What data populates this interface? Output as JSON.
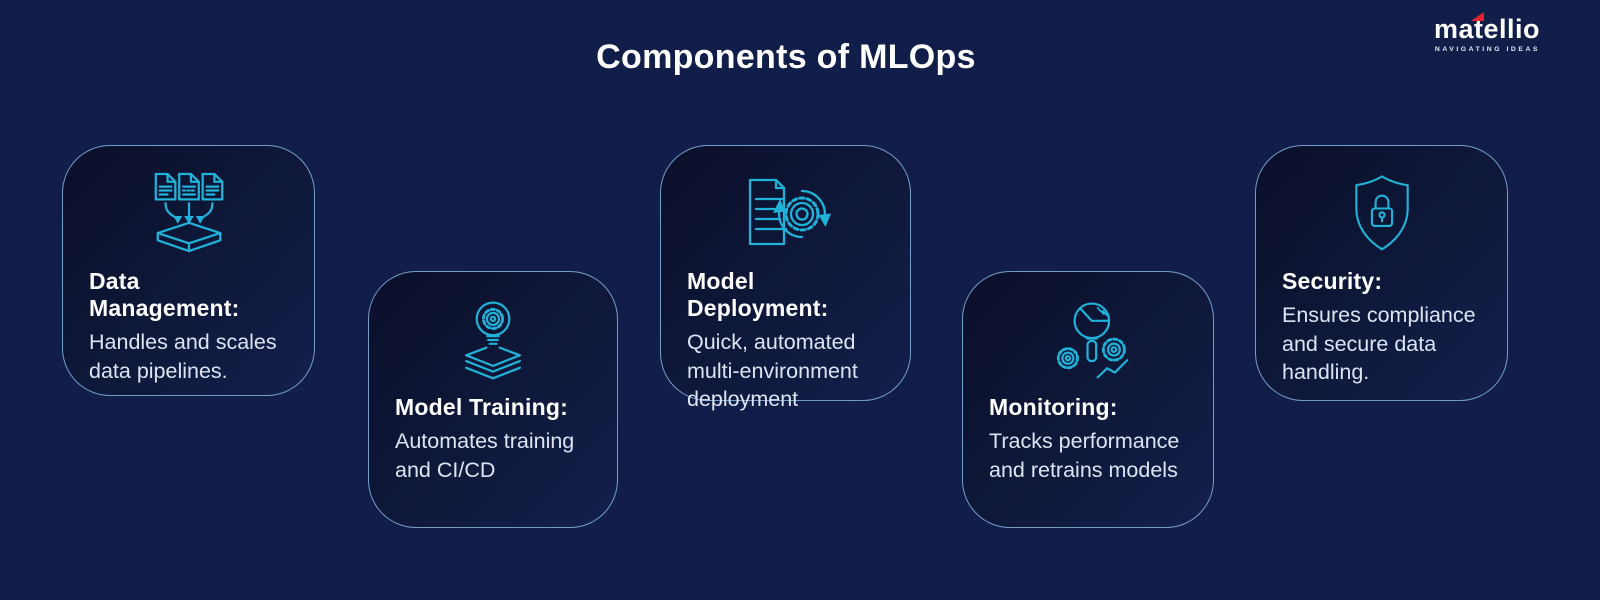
{
  "page": {
    "title": "Components of MLOps",
    "background_color": "#111e49",
    "accent_color": "#20b2d8",
    "card_border_color": "#85b6e0"
  },
  "logo": {
    "name": "matellio",
    "tagline": "NAVIGATING IDEAS",
    "flag_color": "#e8232a"
  },
  "cards": [
    {
      "id": "data-management",
      "icon": "documents-to-storage-icon",
      "title": "Data Management:",
      "description": "Handles and scales data pipelines."
    },
    {
      "id": "model-training",
      "icon": "lightbulb-gear-stack-icon",
      "title": "Model Training:",
      "description": "Automates training and CI/CD"
    },
    {
      "id": "model-deployment",
      "icon": "document-gear-sync-icon",
      "title": "Model Deployment:",
      "description": "Quick, automated multi-environment deployment"
    },
    {
      "id": "monitoring",
      "icon": "magnifier-chart-gears-icon",
      "title": "Monitoring:",
      "description": "Tracks performance and retrains models"
    },
    {
      "id": "security",
      "icon": "shield-lock-icon",
      "title": "Security:",
      "description": "Ensures compliance and secure data handling."
    }
  ]
}
